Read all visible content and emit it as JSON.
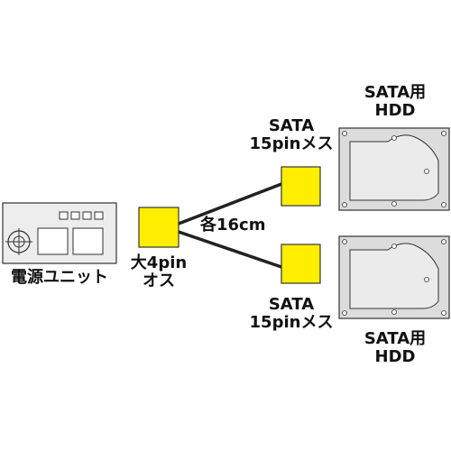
{
  "psu": {
    "label": "電源ユニット"
  },
  "connector_4pin": {
    "line1": "大4pin",
    "line2": "オス"
  },
  "cable": {
    "length_label": "各16cm"
  },
  "sata_top": {
    "line1": "SATA",
    "line2": "15pinメス"
  },
  "sata_bottom": {
    "line1": "SATA",
    "line2": "15pinメス"
  },
  "hdd_top": {
    "line1": "SATA用",
    "line2": "HDD"
  },
  "hdd_bottom": {
    "line1": "SATA用",
    "line2": "HDD"
  },
  "colors": {
    "connector_fill": "#ffee00",
    "hdd_fill": "#dcdcdc",
    "hdd_inner": "#ebebeb",
    "psu_fill": "#ededed",
    "line": "#222222"
  }
}
